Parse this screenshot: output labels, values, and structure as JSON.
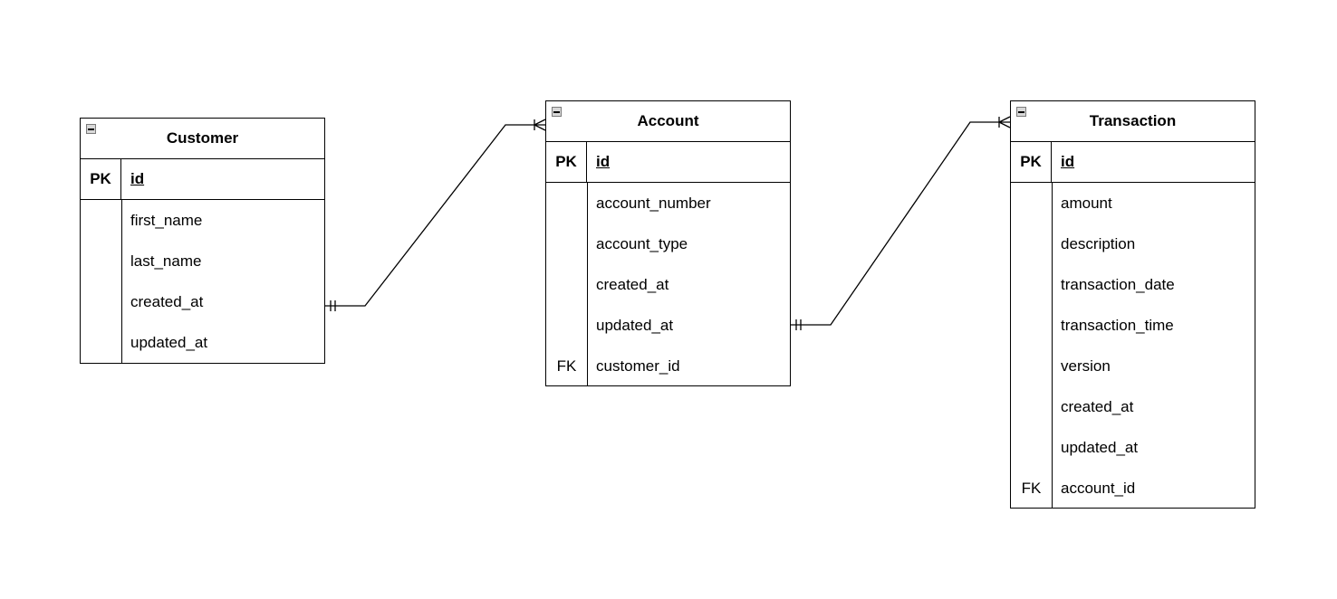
{
  "entities": {
    "customer": {
      "name": "Customer",
      "pk": {
        "key": "PK",
        "name": "id"
      },
      "fields": [
        {
          "key": "",
          "name": "first_name"
        },
        {
          "key": "",
          "name": "last_name"
        },
        {
          "key": "",
          "name": "created_at"
        },
        {
          "key": "",
          "name": "updated_at"
        }
      ]
    },
    "account": {
      "name": "Account",
      "pk": {
        "key": "PK",
        "name": "id"
      },
      "fields": [
        {
          "key": "",
          "name": "account_number"
        },
        {
          "key": "",
          "name": "account_type"
        },
        {
          "key": "",
          "name": "created_at"
        },
        {
          "key": "",
          "name": "updated_at"
        },
        {
          "key": "FK",
          "name": "customer_id"
        }
      ]
    },
    "transaction": {
      "name": "Transaction",
      "pk": {
        "key": "PK",
        "name": "id"
      },
      "fields": [
        {
          "key": "",
          "name": "amount"
        },
        {
          "key": "",
          "name": "description"
        },
        {
          "key": "",
          "name": "transaction_date"
        },
        {
          "key": "",
          "name": "transaction_time"
        },
        {
          "key": "",
          "name": "version"
        },
        {
          "key": "",
          "name": "created_at"
        },
        {
          "key": "",
          "name": "updated_at"
        },
        {
          "key": "FK",
          "name": "account_id"
        }
      ]
    }
  },
  "relationships": [
    {
      "from": "customer",
      "to": "account",
      "from_cardinality": "exactly-one",
      "to_cardinality": "one-or-many"
    },
    {
      "from": "account",
      "to": "transaction",
      "from_cardinality": "exactly-one",
      "to_cardinality": "one-or-many"
    }
  ],
  "colors": {
    "line": "#000000",
    "background": "#ffffff",
    "collapse_icon_fill": "#d8d8d8"
  }
}
